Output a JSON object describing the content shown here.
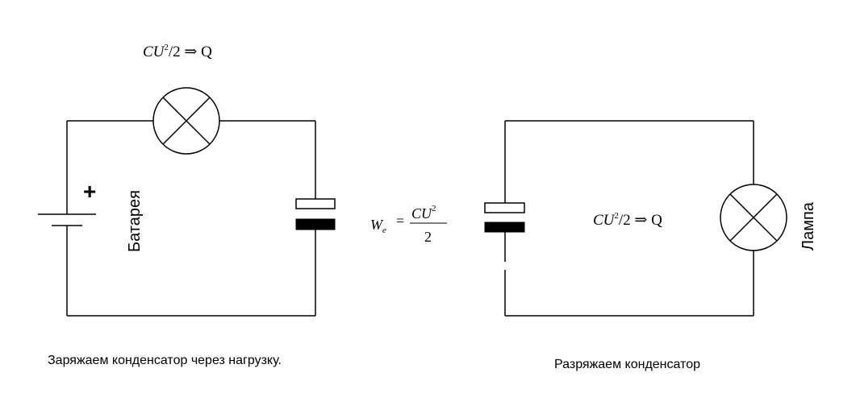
{
  "left_circuit": {
    "formula_top": {
      "prefix": "CU",
      "exponent": "2",
      "suffix": "/2 ⇒ Q"
    },
    "polarity_symbol": "+",
    "battery_label": "Батарея",
    "caption": "Заряжаем конденсатор через нагрузку."
  },
  "middle_formula": {
    "lhs": "W",
    "lhs_subscript": "e",
    "equals": "=",
    "numerator_prefix": "CU",
    "numerator_exponent": "2",
    "denominator": "2"
  },
  "right_circuit": {
    "formula": {
      "prefix": "CU",
      "exponent": "2",
      "suffix": "/2 ⇒ Q"
    },
    "lamp_label": "Лампа",
    "caption": "Разряжаем конденсатор"
  },
  "icons": {
    "lamp": "lamp-icon",
    "battery": "battery-icon",
    "capacitor": "capacitor-icon"
  },
  "colors": {
    "stroke": "#000000",
    "background": "#ffffff"
  }
}
